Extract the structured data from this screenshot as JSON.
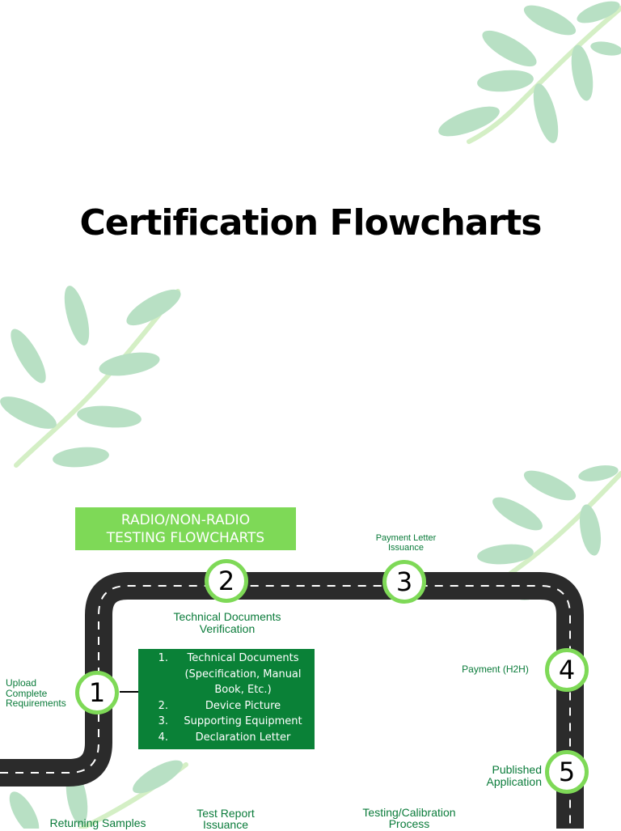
{
  "title": "Certification Flowcharts",
  "header": "RADIO/NON-RADIO\nTESTING FLOWCHARTS",
  "header_lines": [
    "RADIO/NON-RADIO",
    "TESTING FLOWCHARTS"
  ],
  "steps": [
    {
      "num": "1",
      "label_lines": [
        "Upload",
        "Complete",
        "Requirements"
      ]
    },
    {
      "num": "2",
      "label_lines": [
        "Technical Documents",
        "Verification"
      ]
    },
    {
      "num": "3",
      "label_lines": [
        "Payment Letter",
        "Issuance"
      ]
    },
    {
      "num": "4",
      "label_lines": [
        "Payment (H2H)"
      ]
    },
    {
      "num": "5",
      "label_lines": [
        "Published",
        "Application"
      ]
    }
  ],
  "requirements": [
    {
      "num": "1.",
      "text": "Technical Documents (Specification, Manual Book, Etc.)"
    },
    {
      "num": "2.",
      "text": "Device Picture"
    },
    {
      "num": "3.",
      "text": "Supporting Equipment"
    },
    {
      "num": "4.",
      "text": "Declaration Letter"
    }
  ],
  "bottom_labels": {
    "returning_samples": "Returning Samples",
    "test_report_lines": [
      "Test Report",
      "Issuance"
    ],
    "testing_calibration_lines": [
      "Testing/Calibration",
      "Process"
    ]
  },
  "colors": {
    "accent": "#7ed957",
    "dark_green": "#0a8137",
    "label_green": "#0a7b3a",
    "road": "#2b2b2b",
    "leaf": "#b8e0c4"
  }
}
